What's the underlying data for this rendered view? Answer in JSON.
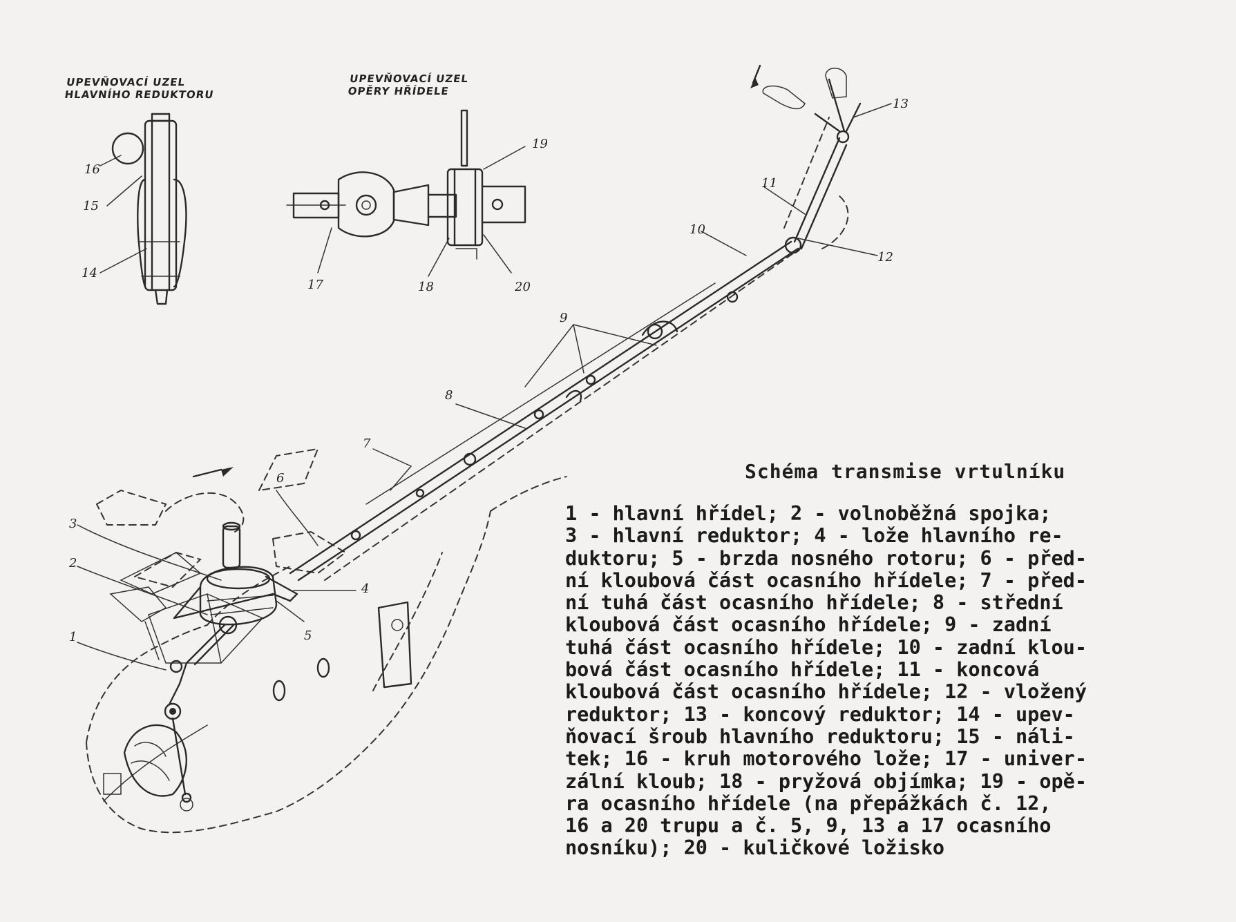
{
  "captions": {
    "main_mount": [
      "UPEVŇOVACÍ UZEL",
      "HLAVNÍHO REDUKTORU"
    ],
    "shaft_mount": [
      "UPEVŇOVACÍ UZEL",
      "OPĚRY HŘÍDELE"
    ]
  },
  "callouts": [
    "1",
    "2",
    "3",
    "4",
    "5",
    "6",
    "7",
    "8",
    "9",
    "10",
    "11",
    "12",
    "13",
    "14",
    "15",
    "16",
    "17",
    "18",
    "19",
    "20"
  ],
  "legend": {
    "title": "Schéma transmise vrtulníku",
    "lines": [
      "1 - hlavní hřídel; 2 - volnoběžná spojka;",
      "3 - hlavní reduktor; 4 - lože hlavního re-",
      "duktoru; 5 - brzda nosného rotoru; 6 - před-",
      "ní kloubová část ocasního hřídele; 7 - před-",
      "ní tuhá část ocasního hřídele; 8 - střední",
      "kloubová část ocasního hřídele; 9 - zadní",
      "tuhá část ocasního hřídele; 10 - zadní klou-",
      "bová část ocasního hřídele; 11 - koncová",
      "kloubová část ocasního hřídele; 12 - vložený",
      "reduktor; 13 - koncový reduktor; 14 - upev-",
      "ňovací šroub hlavního reduktoru; 15 - náli-",
      "tek; 16 - kruh motorového lože; 17 - univer-",
      "zální kloub; 18 - pryžová objímka; 19 - opě-",
      "ra ocasního hřídele (na přepážkách č. 12,",
      "16 a 20 trupu a č. 5, 9, 13 a 17 ocasního",
      "nosníku); 20 - kuličkové ložisko"
    ]
  }
}
